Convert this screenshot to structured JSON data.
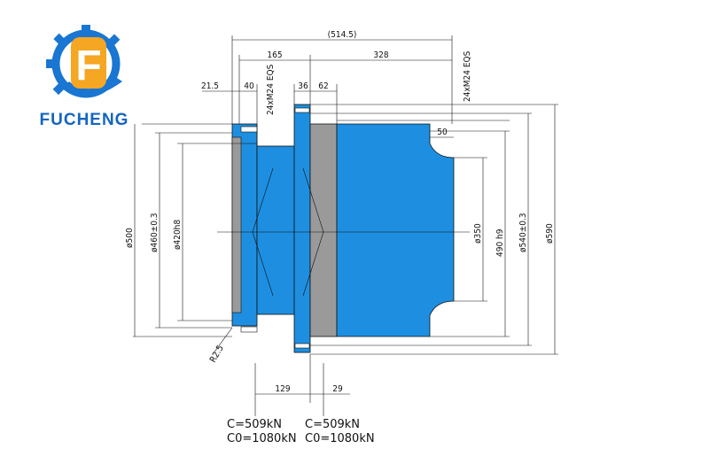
{
  "brand": {
    "name": "FUCHENG",
    "logo_letter": "F",
    "colors": {
      "blue": "#1976d2",
      "orange": "#f5a623",
      "body_blue": "#1e8fe0",
      "gray": "#9a9a9a"
    }
  },
  "dims": {
    "overall": "(514.5)",
    "d165": "165",
    "d328": "328",
    "d21_5": "21.5",
    "d40": "40",
    "d36": "36",
    "d62": "62",
    "d50": "50",
    "bolt_left": "24xM24 EQS",
    "bolt_right": "24xM24 EQS",
    "phi500": "ø500",
    "phi460": "ø460±0.3",
    "phi420": "ø420h8",
    "phi350": "ø350",
    "d490": "490 h9",
    "phi540": "ø540±0.3",
    "phi590": "ø590",
    "r25": "R2.5",
    "d129": "129",
    "d29": "29"
  },
  "loads": {
    "left": {
      "c": "C=509kN",
      "c0": "C0=1080kN"
    },
    "right": {
      "c": "C=509kN",
      "c0": "C0=1080kN"
    }
  }
}
